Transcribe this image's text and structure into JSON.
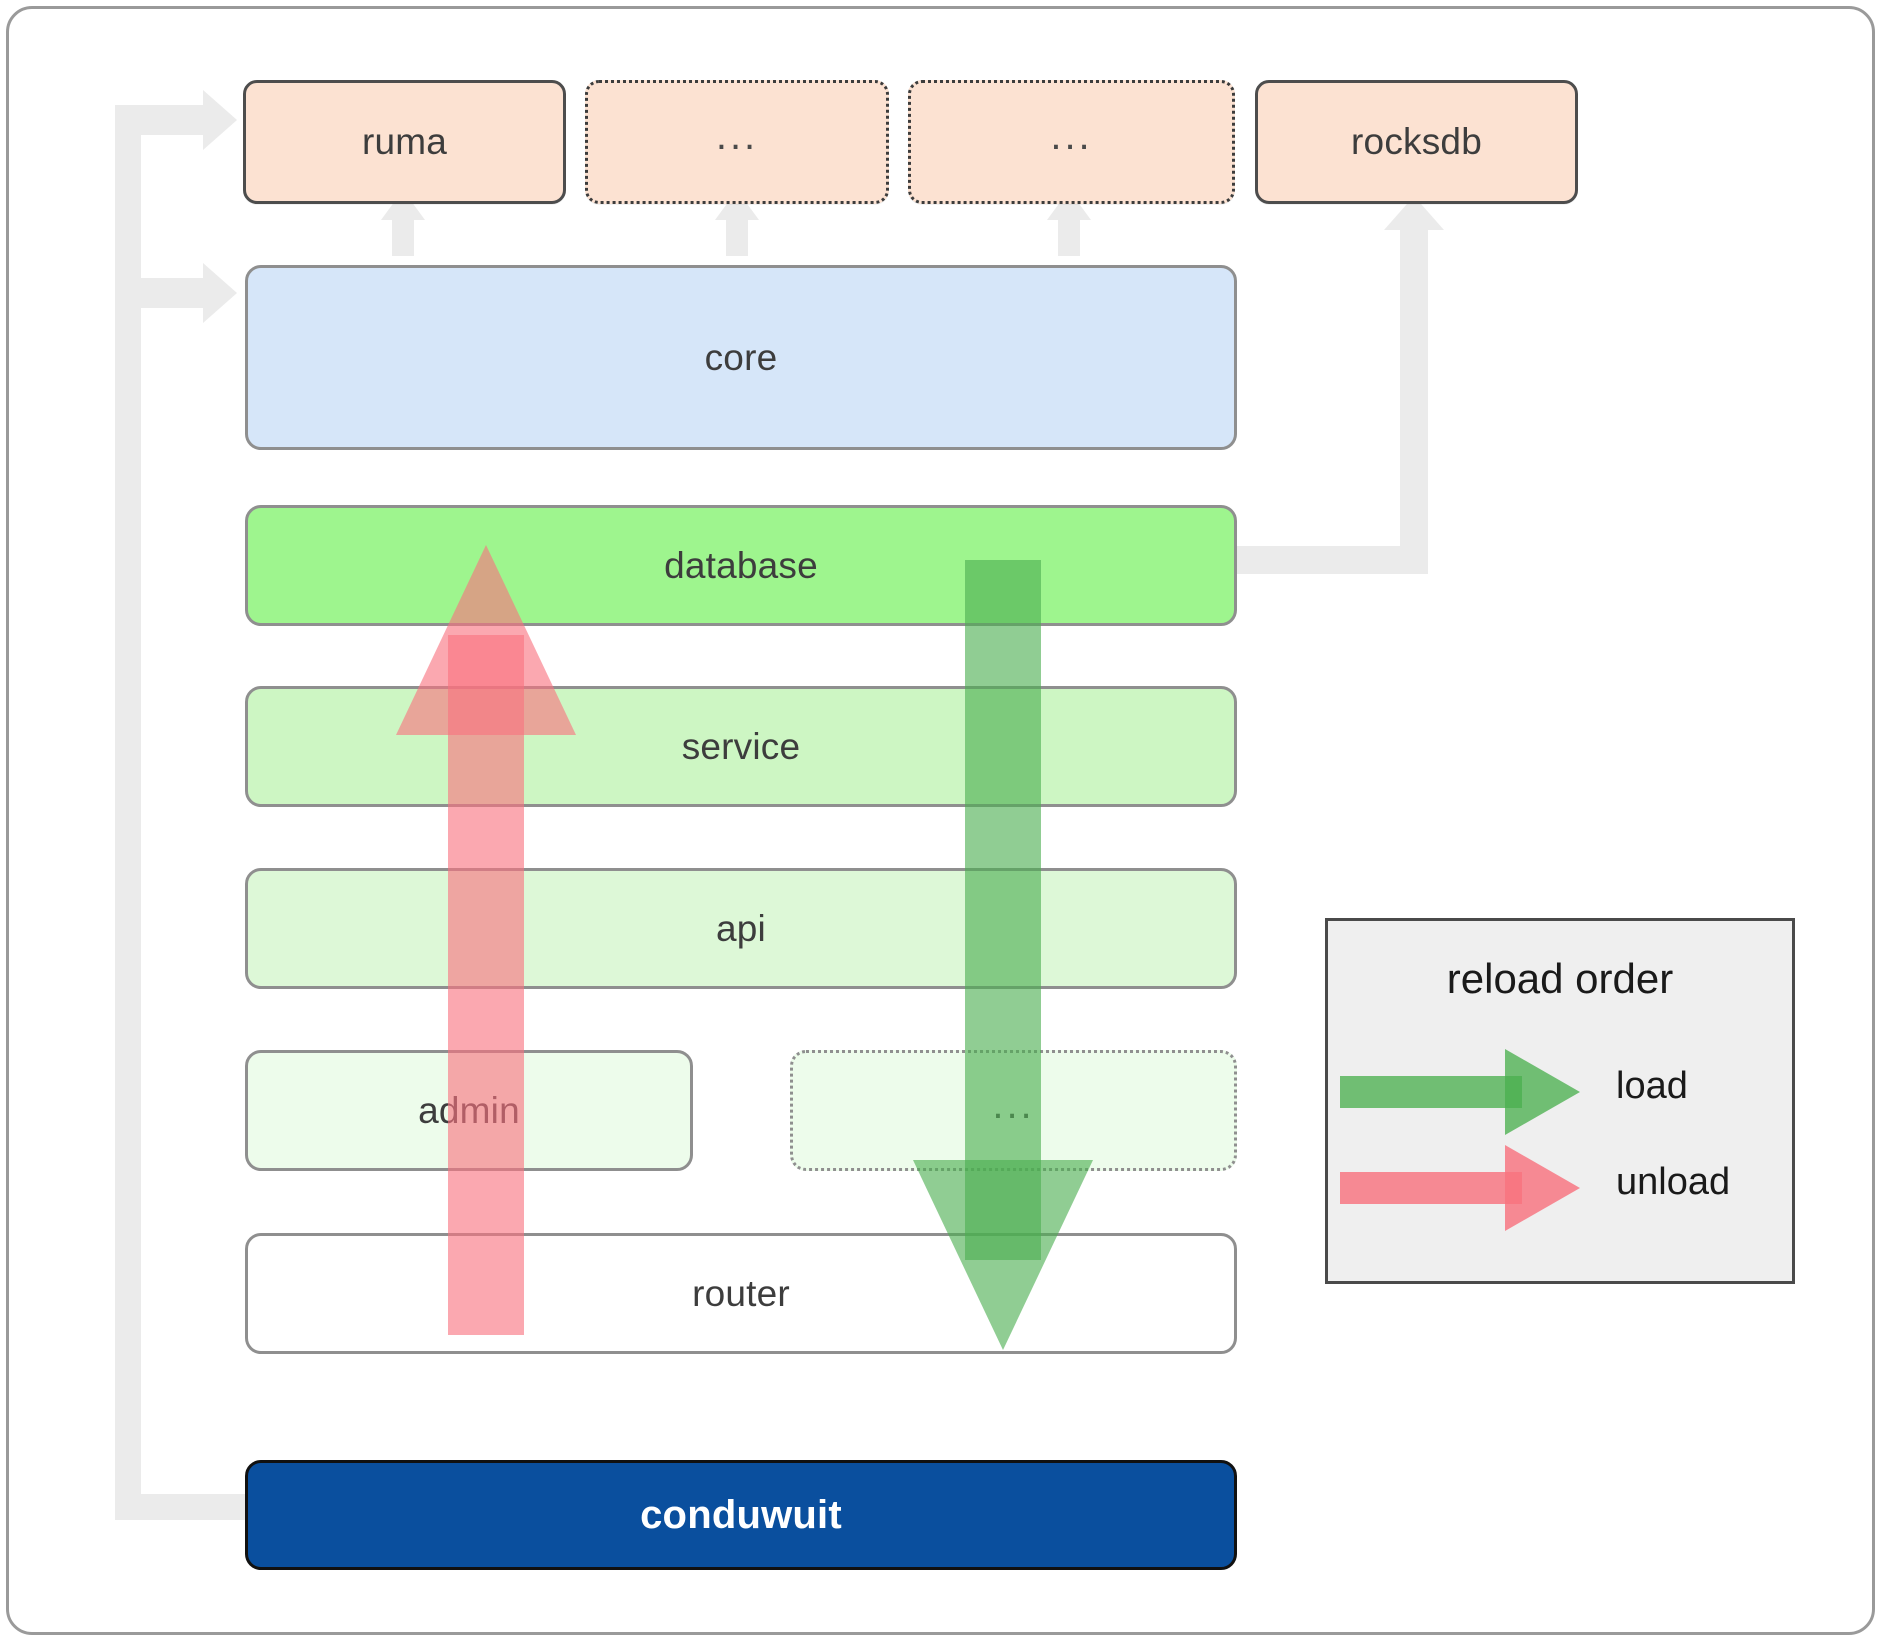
{
  "diagram": {
    "title": "conduwuit crate architecture / reload order",
    "dependencies": [
      {
        "label": "ruma",
        "style": "solid"
      },
      {
        "label": "...",
        "style": "dotted"
      },
      {
        "label": "...",
        "style": "dotted"
      },
      {
        "label": "rocksdb",
        "style": "solid"
      }
    ],
    "core": {
      "label": "core"
    },
    "layers": [
      {
        "label": "database",
        "style": "solid"
      },
      {
        "label": "service",
        "style": "solid"
      },
      {
        "label": "api",
        "style": "solid"
      },
      {
        "label": "admin",
        "style": "solid"
      },
      {
        "label": "...",
        "style": "dotted"
      },
      {
        "label": "router",
        "style": "solid"
      }
    ],
    "binary": {
      "label": "conduwuit"
    },
    "legend": {
      "title": "reload order",
      "items": [
        {
          "label": "load",
          "color": "#4caf50",
          "direction": "down"
        },
        {
          "label": "unload",
          "color": "#f8737f",
          "direction": "up"
        }
      ]
    },
    "colors": {
      "dependency_fill": "#fce2d2",
      "core_fill": "#d6e6f9",
      "database_fill": "#9ef58e",
      "service_fill": "#cdf6c3",
      "api_fill": "#ddf8d7",
      "admin_fill": "#edfceb",
      "router_fill": "#ffffff",
      "binary_fill": "#0a4f9e",
      "connector": "#ebebeb",
      "load_arrow": "#4caf50",
      "unload_arrow": "#f8737f",
      "legend_fill": "#efefef",
      "border": "#8f8f8f"
    }
  }
}
